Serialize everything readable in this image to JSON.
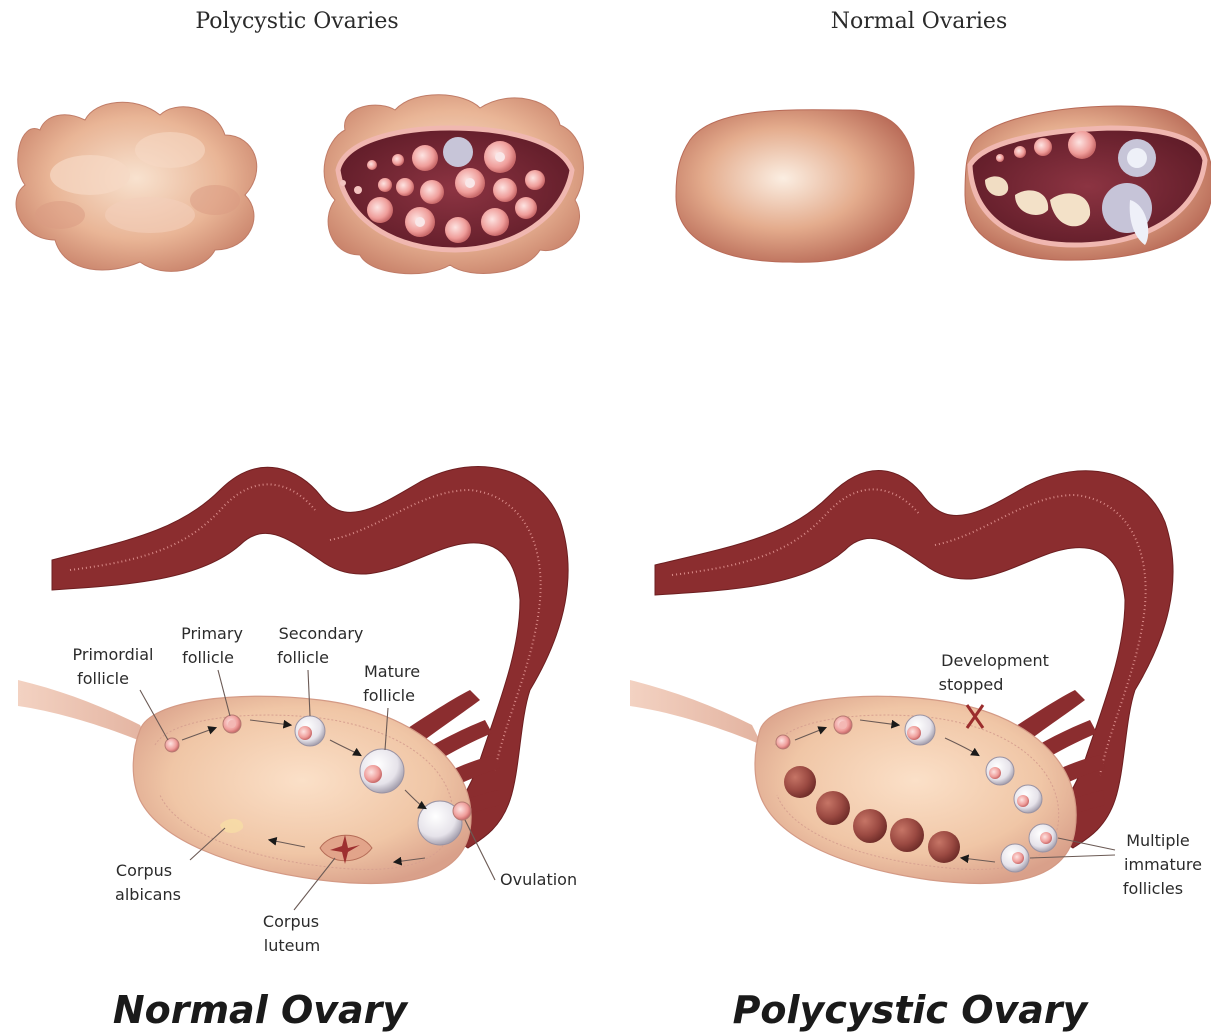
{
  "headings": {
    "polycystic_ovaries": "Polycystic Ovaries",
    "normal_ovaries": "Normal Ovaries"
  },
  "normal_ovary": {
    "title": "Normal Ovary",
    "labels": {
      "primordial": [
        "Primordial",
        "follicle"
      ],
      "primary": [
        "Primary",
        "follicle"
      ],
      "secondary": [
        "Secondary",
        "follicle"
      ],
      "mature": [
        "Mature",
        "follicle"
      ],
      "ovulation": [
        "Ovulation"
      ],
      "corpus_albicans": [
        "Corpus",
        "albicans"
      ],
      "corpus_luteum": [
        "Corpus",
        "luteum"
      ]
    }
  },
  "polycystic_ovary": {
    "title": "Polycystic Ovary",
    "labels": {
      "development_stopped": [
        "Development",
        "stopped"
      ],
      "multiple_immature": [
        "Multiple",
        "immature",
        "follicles"
      ]
    }
  },
  "colors": {
    "tissue": "#e8b898",
    "tube": "#8b2d2f",
    "cavity": "#7a2a35",
    "follicle": "#f2c4c0",
    "cyst": "#9e4a44"
  }
}
